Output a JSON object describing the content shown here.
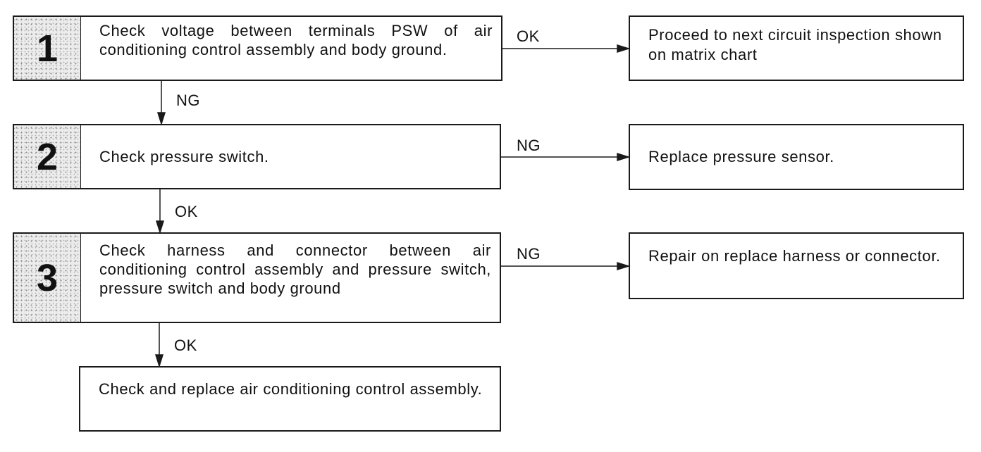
{
  "steps": [
    {
      "number": "1",
      "text": "Check voltage between terminals PSW of air conditioning control assembly and body ground."
    },
    {
      "number": "2",
      "text": "Check pressure switch."
    },
    {
      "number": "3",
      "text": "Check harness and connector between air conditioning control assembly and pressure switch, pressure switch and body ground"
    }
  ],
  "final_step": {
    "text": "Check and replace air conditioning control assembly."
  },
  "results": [
    {
      "branch": "OK",
      "text": "Proceed to next circuit inspection shown on matrix chart"
    },
    {
      "branch": "NG",
      "text": "Replace pressure sensor."
    },
    {
      "branch": "NG",
      "text": "Repair on replace harness or connector."
    }
  ],
  "down_labels": [
    "NG",
    "OK",
    "OK"
  ]
}
